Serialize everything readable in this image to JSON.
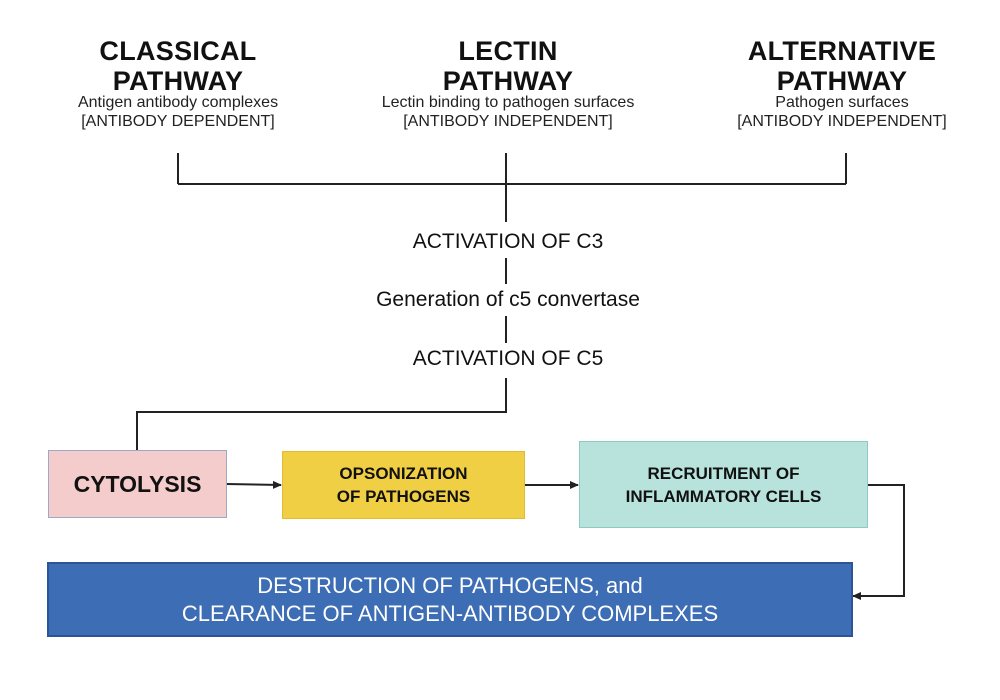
{
  "pathways": [
    {
      "title_line1": "CLASSICAL",
      "title_line2": "PATHWAY",
      "trigger": "Antigen antibody complexes",
      "dependency": "[ANTIBODY DEPENDENT]"
    },
    {
      "title_line1": "LECTIN",
      "title_line2": "PATHWAY",
      "trigger": "Lectin binding to pathogen surfaces",
      "dependency": "[ANTIBODY INDEPENDENT]"
    },
    {
      "title_line1": "ALTERNATIVE",
      "title_line2": "PATHWAY",
      "trigger": "Pathogen surfaces",
      "dependency": "[ANTIBODY INDEPENDENT]"
    }
  ],
  "steps": {
    "activation_c3": "ACTIVATION OF C3",
    "c5_convertase": "Generation of c5 convertase",
    "activation_c5": "ACTIVATION OF C5"
  },
  "outcomes": {
    "cytolysis": "CYTOLYSIS",
    "opsonization_line1": "OPSONIZATION",
    "opsonization_line2": "OF PATHOGENS",
    "recruitment_line1": "RECRUITMENT OF",
    "recruitment_line2": "INFLAMMATORY CELLS",
    "destruction_line1": "DESTRUCTION OF PATHOGENS, and",
    "destruction_line2": "CLEARANCE OF ANTIGEN-ANTIBODY COMPLEXES"
  },
  "colors": {
    "cytolysis_fill": "#f4cccc",
    "opsonization_fill": "#f0cf45",
    "recruitment_fill": "#b8e2dc",
    "destruction_fill": "#3d6db4",
    "line": "#222222"
  }
}
